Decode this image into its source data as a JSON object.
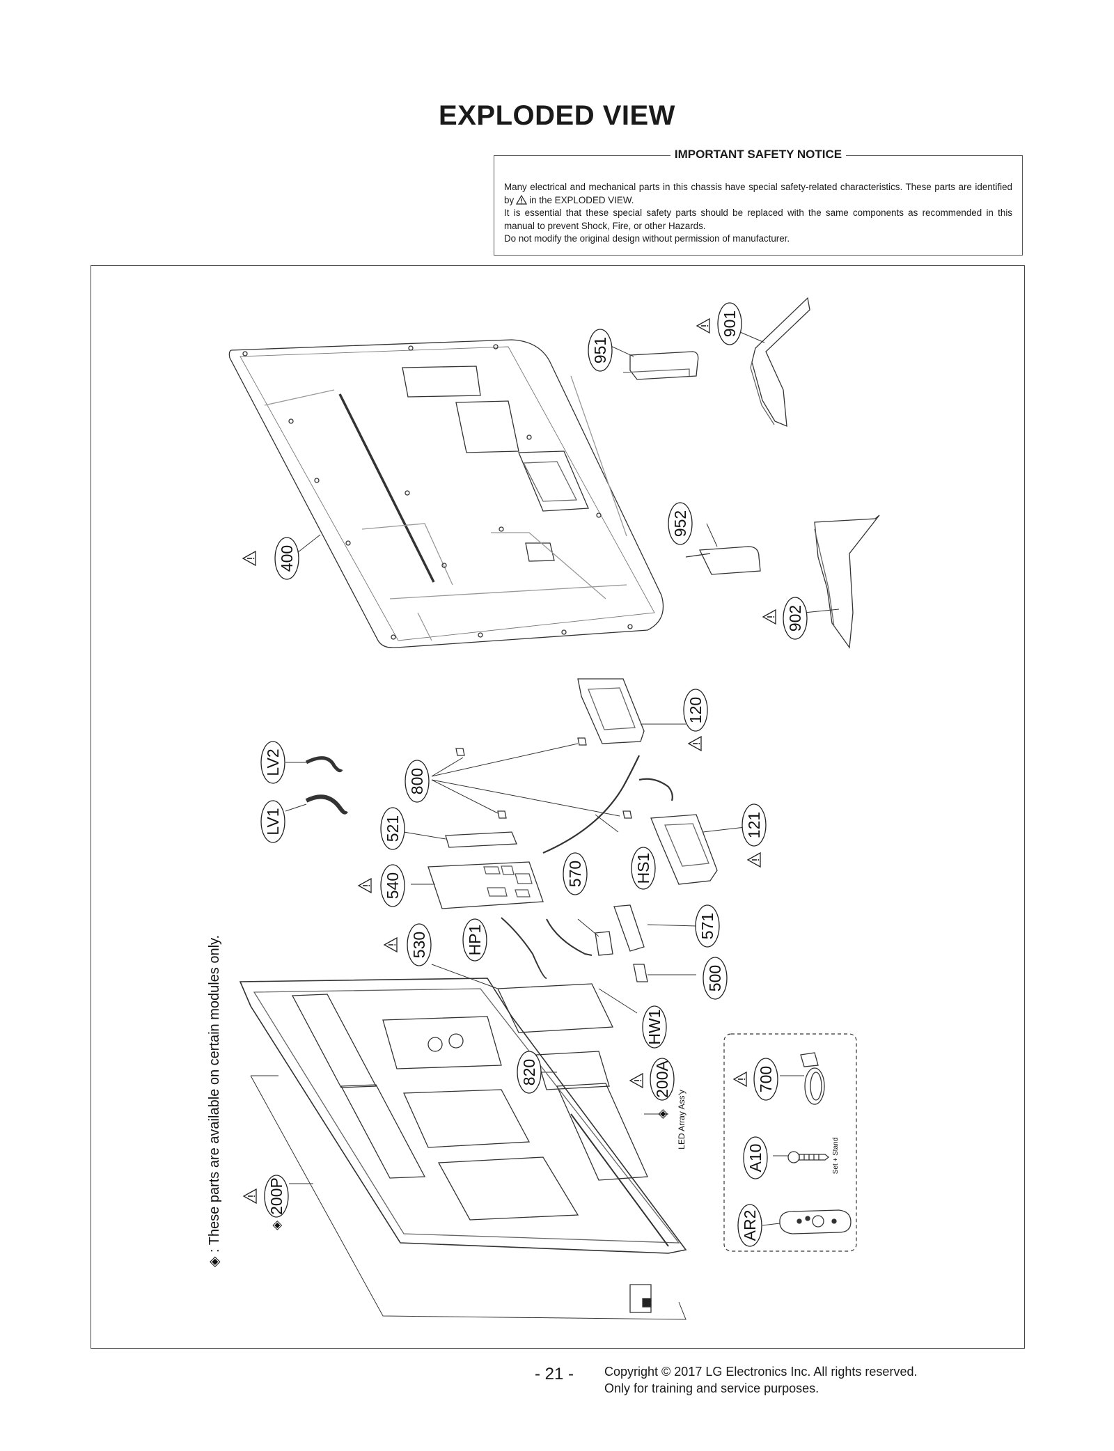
{
  "title": "EXPLODED VIEW",
  "notice": {
    "heading": "IMPORTANT SAFETY NOTICE",
    "line1": "Many electrical and mechanical parts in this chassis have special safety-related characteristics. These parts are identified by",
    "line1_end": "in the EXPLODED VIEW.",
    "line2": "It is essential that these special safety parts should be replaced with the same components as recommended in this manual to prevent Shock, Fire, or other Hazards.",
    "line3": "Do not modify the original design without permission of manufacturer."
  },
  "side_note": "◈ : These parts are available on certain modules only.",
  "parts": {
    "p951": "951",
    "p901": "901",
    "p400": "400",
    "p952": "952",
    "p902": "902",
    "p120": "120",
    "pLV2": "LV2",
    "pLV1": "LV1",
    "p800": "800",
    "p521": "521",
    "p121": "121",
    "p540": "540",
    "p570": "570",
    "pHS1": "HS1",
    "p530": "530",
    "pHP1": "HP1",
    "p571": "571",
    "p500": "500",
    "pHW1": "HW1",
    "p820": "820",
    "p200A": "200A",
    "p700": "700",
    "pA10": "A10",
    "pAR2": "AR2",
    "p200P": "200P"
  },
  "captions": {
    "led_array": "LED Array Ass'y",
    "set_stand": "Set + Stand"
  },
  "symbols": {
    "diamond": "◈",
    "warning": "⚠"
  },
  "footer": {
    "page": "- 21 -",
    "copyright": "Copyright © 2017 LG Electronics Inc. All rights reserved.",
    "training": "Only for training and service purposes."
  }
}
